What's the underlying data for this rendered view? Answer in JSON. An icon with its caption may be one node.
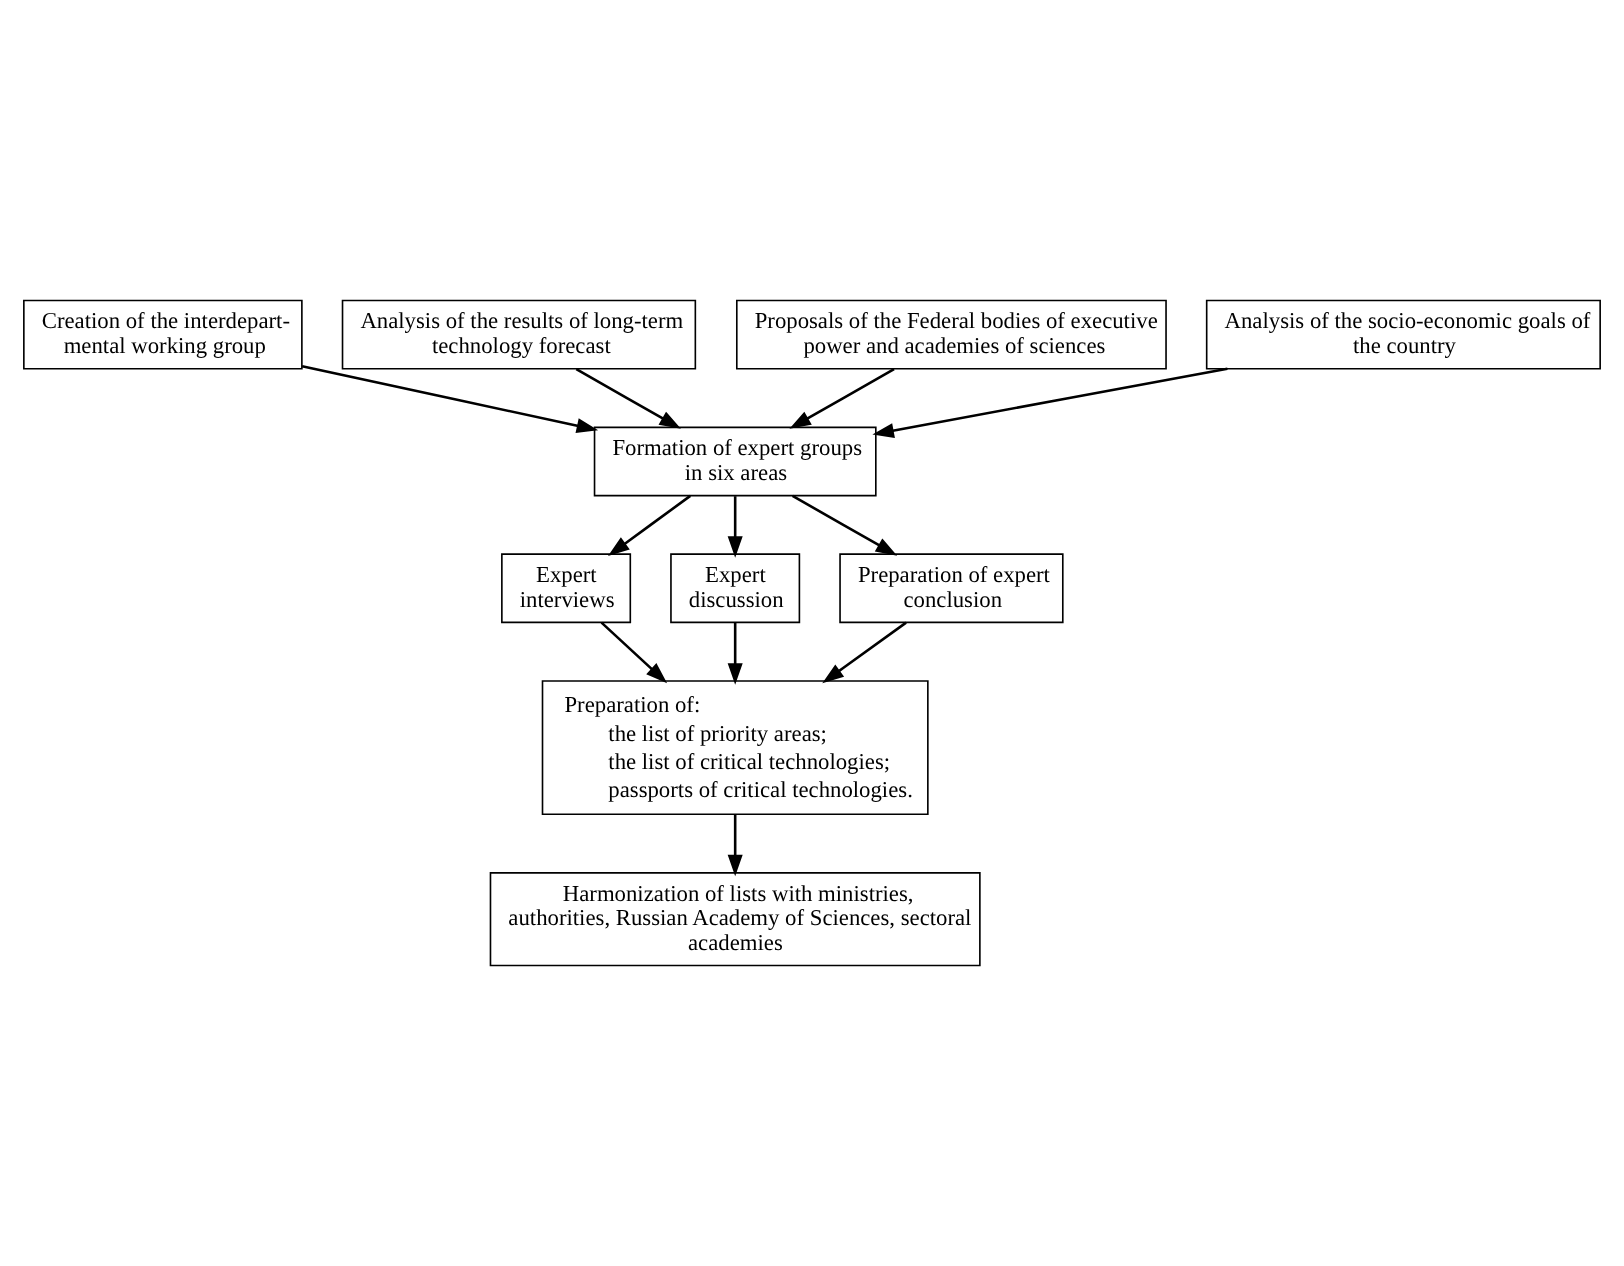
{
  "diagram": {
    "nodes": [
      {
        "text": [
          "Creation of the interdepart- mental working group"
        ]
      },
      {
        "text": [
          "Analysis of the results of long-term technology forecast"
        ]
      },
      {
        "text": [
          "Proposals of the Federal bodies of executive power and academies of sciences"
        ]
      },
      {
        "text": [
          "Formation of expert groups in six areas"
        ]
      },
      {
        "text": [
          "Analysis of the socio-economic goals of the country"
        ]
      },
      {
        "text": [
          "Expert interviews"
        ]
      },
      {
        "text": [
          "Expert discussion"
        ]
      },
      {
        "text": [
          "Preparation of expert conclusion"
        ]
      },
      {
        "text": [
          "Preparation of:",
          "the list of priority areas;",
          "the list of critical technologies;",
          "passports of critical technologies."
        ]
      },
      {
        "text": [
          "Harmonization of lists with ministries, authorities, Russian Academy of Sciences, sectoral academies"
        ]
      }
    ],
    "edges": [
      {
        "from": 0,
        "to": 3,
        "arrow": "to"
      },
      {
        "from": 1,
        "to": 3,
        "arrow": "to"
      },
      {
        "from": 2,
        "to": 3,
        "arrow": "to"
      },
      {
        "from": 4,
        "to": 3,
        "arrow": "to"
      },
      {
        "from": 3,
        "to": 5,
        "arrow": "to"
      },
      {
        "from": 3,
        "to": 6,
        "arrow": "to"
      },
      {
        "from": 3,
        "to": 7,
        "arrow": "to"
      },
      {
        "from": 5,
        "to": 8,
        "arrow": "to"
      },
      {
        "from": 6,
        "to": 8,
        "arrow": "to"
      },
      {
        "from": 7,
        "to": 8,
        "arrow": "to"
      },
      {
        "from": 8,
        "to": 9,
        "arrow": "to"
      }
    ]
  }
}
